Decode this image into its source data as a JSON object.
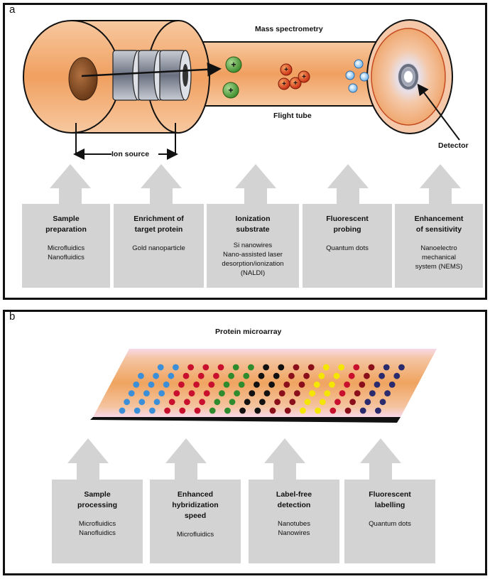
{
  "panel_a": {
    "letter": "a",
    "labels": {
      "mass_spectrometry": "Mass spectrometry",
      "flight_tube": "Flight tube",
      "ion_source": "Ion source",
      "detector": "Detector"
    },
    "boxes": [
      {
        "title": [
          "Sample",
          "preparation"
        ],
        "desc": [
          "Microfluidics",
          "Nanofluidics"
        ]
      },
      {
        "title": [
          "Enrichment of",
          "target protein"
        ],
        "desc": [
          "Gold nanoparticle"
        ]
      },
      {
        "title": [
          "Ionization",
          "substrate"
        ],
        "desc": [
          "Si nanowires",
          "Nano-assisted laser",
          "desorption/ionization",
          "(NALDI)"
        ]
      },
      {
        "title": [
          "Fluorescent",
          "probing"
        ],
        "desc": [
          "Quantum dots"
        ]
      },
      {
        "title": [
          "Enhancement",
          "of sensitivity"
        ],
        "desc": [
          "Nanoelectro",
          "mechanical",
          "system (NEMS)"
        ]
      }
    ],
    "colors": {
      "positive_ion_green": "#4a9a3a",
      "positive_ion_red": "#d23a1a",
      "ion_blue": "#3a8fd8",
      "tube": "#f0b078",
      "box": "#d3d3d3"
    }
  },
  "panel_b": {
    "letter": "b",
    "labels": {
      "protein_microarray": "Protein microarray"
    },
    "boxes": [
      {
        "title": [
          "Sample",
          "processing"
        ],
        "desc": [
          "Microfluidics",
          "Nanofluidics"
        ]
      },
      {
        "title": [
          "Enhanced",
          "hybridization",
          "speed"
        ],
        "desc": [
          "Microfluidics"
        ]
      },
      {
        "title": [
          "Label-free",
          "detection"
        ],
        "desc": [
          "Nanotubes",
          "Nanowires"
        ]
      },
      {
        "title": [
          "Fluorescent",
          "labelling"
        ],
        "desc": [
          "Quantum dots"
        ]
      }
    ],
    "dot_colors": [
      "#3a8fd8",
      "#3a8fd8",
      "#3a8fd8",
      "#c8102e",
      "#c8102e",
      "#c8102e",
      "#2e8b2e",
      "#2e8b2e",
      "#111111",
      "#111111",
      "#8b0f1a",
      "#8b0f1a",
      "#f5e600",
      "#f5e600",
      "#c8102e",
      "#8b0f1a",
      "#2a2a6e",
      "#2a2a6e"
    ]
  }
}
